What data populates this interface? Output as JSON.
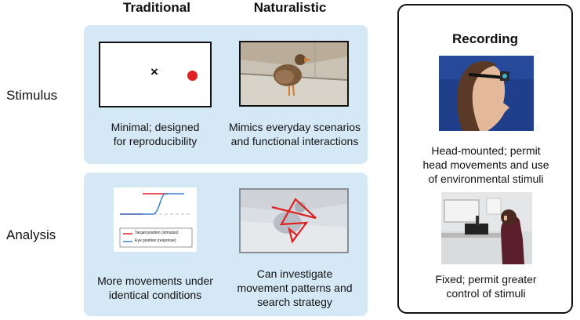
{
  "columns": {
    "traditional": "Traditional",
    "naturalistic": "Naturalistic"
  },
  "rows": {
    "stimulus": "Stimulus",
    "analysis": "Analysis"
  },
  "stimulus": {
    "traditional_caption_l1": "Minimal; designed",
    "traditional_caption_l2": "for reproducibility",
    "naturalistic_caption_l1": "Mimics everyday scenarios",
    "naturalistic_caption_l2": "and functional interactions",
    "fixation_mark": "×"
  },
  "analysis": {
    "traditional_caption_l1": "More movements under",
    "traditional_caption_l2": "identical conditions",
    "naturalistic_caption_l1": "Can investigate",
    "naturalistic_caption_l2": "movement patterns and",
    "naturalistic_caption_l3": "search strategy",
    "legend_target": "Target position (stimulus)",
    "legend_eye": "Eye position (response)"
  },
  "recording": {
    "title": "Recording",
    "head_caption_l1": "Head-mounted; permit",
    "head_caption_l2": "head movements and use",
    "head_caption_l3": "of environmental stimuli",
    "fixed_caption_l1": "Fixed; permit greater",
    "fixed_caption_l2": "control of stimuli"
  },
  "colors": {
    "panel": "#d5e8f6",
    "target": "#e02020",
    "eye": "#3a7fd0"
  }
}
